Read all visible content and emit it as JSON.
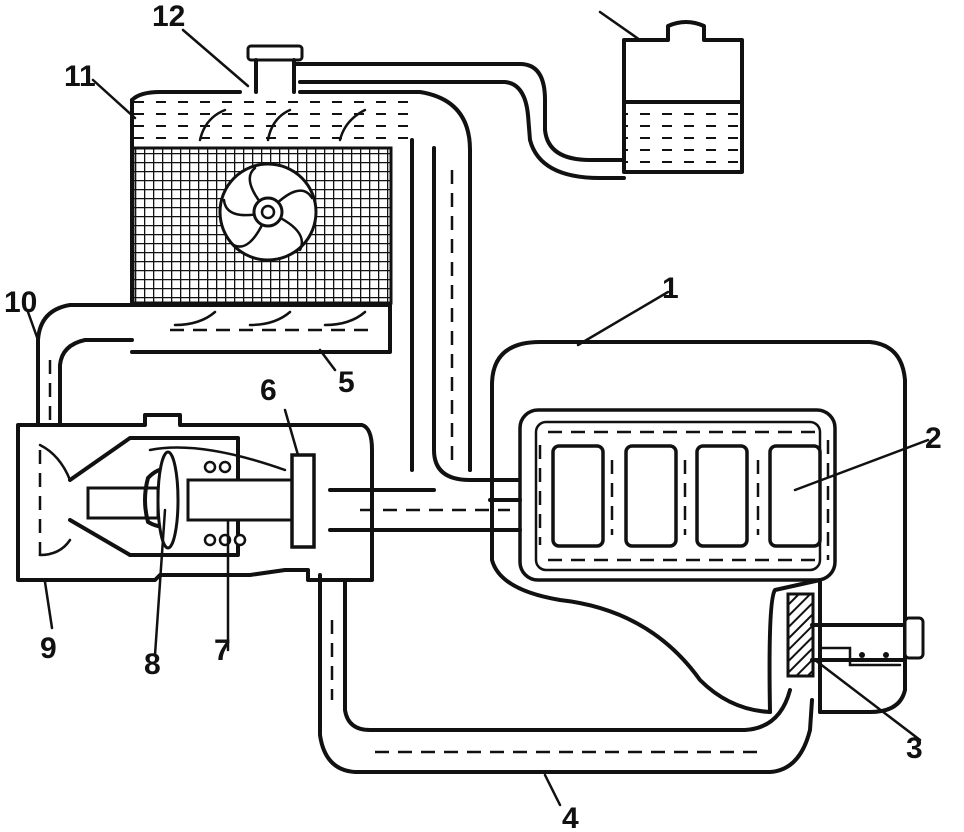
{
  "labels": {
    "l1": "1",
    "l2": "2",
    "l3": "3",
    "l4": "4",
    "l5": "5",
    "l6": "6",
    "l7": "7",
    "l8": "8",
    "l9": "9",
    "l10": "10",
    "l11": "11",
    "l12": "12"
  },
  "colors": {
    "line": "#111111",
    "background": "#ffffff"
  }
}
